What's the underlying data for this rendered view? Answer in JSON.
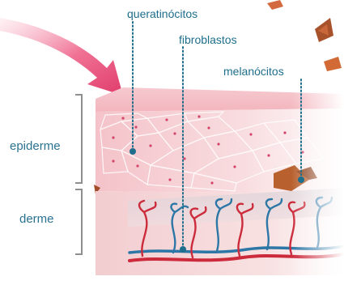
{
  "labels": {
    "keratinocytes": "queratinócitos",
    "fibroblasts": "fibroblastos",
    "melanocytes": "melanócitos",
    "epidermis": "epiderme",
    "dermis": "derme"
  },
  "colors": {
    "label_text": "#1f6e8c",
    "pointer": "#1f6e8c",
    "bracket": "#8f8f8f",
    "arrow": "#e8537a",
    "epidermis": "#f1c2c7",
    "dermis": "#f6d4d6",
    "artery": "#cc2b3b",
    "vein": "#2d77a6",
    "melanin": "#b65a2e"
  }
}
